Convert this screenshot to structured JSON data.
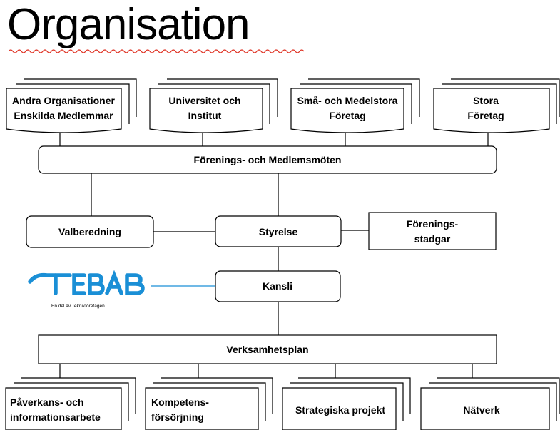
{
  "title": "Organisation",
  "top_nodes": [
    [
      "Andra Organisationer",
      "Enskilda Medlemmar"
    ],
    [
      "Universitet och",
      "Institut"
    ],
    [
      "Små- och Medelstora",
      "Företag"
    ],
    [
      "Stora",
      "Företag"
    ]
  ],
  "meetings": "Förenings- och Medlemsmöten",
  "valberedning": "Valberedning",
  "styrelse": "Styrelse",
  "stadgar": [
    "Förenings-",
    "stadgar"
  ],
  "kansli": "Kansli",
  "logo": {
    "name": "TEBAB",
    "tagline": "En del av Teknikföretagen",
    "color": "#1a8fd6"
  },
  "verksamhetsplan": "Verksamhetsplan",
  "bottom_nodes": [
    [
      "Påverkans- och",
      "informationsarbete"
    ],
    [
      "Kompetens-",
      "försörjning"
    ],
    [
      "Strategiska projekt"
    ],
    [
      "Nätverk"
    ]
  ]
}
